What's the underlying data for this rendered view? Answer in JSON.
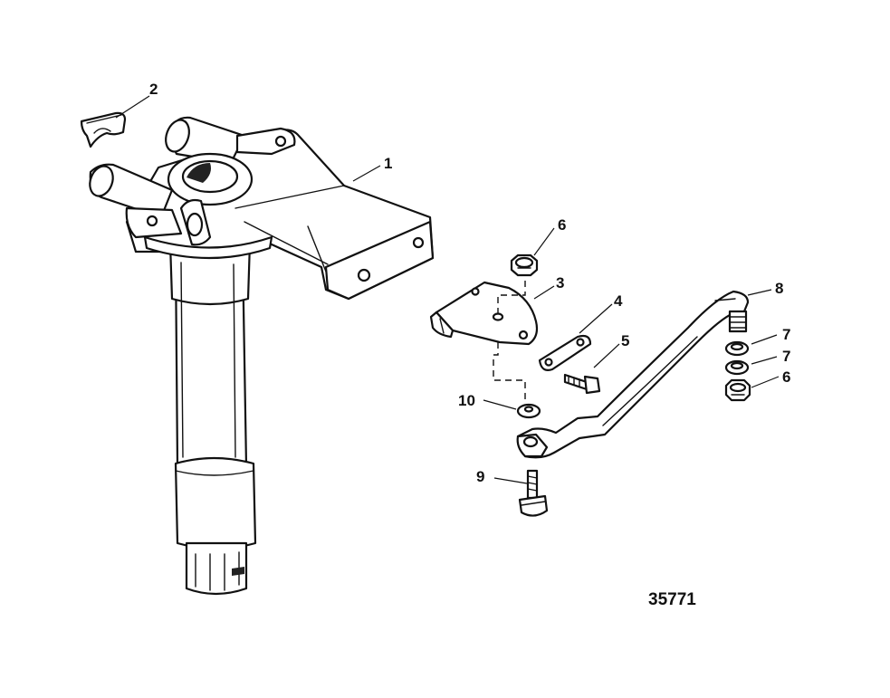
{
  "callouts": {
    "c1": "1",
    "c2": "2",
    "c3": "3",
    "c4": "4",
    "c5": "5",
    "c6a": "6",
    "c6b": "6",
    "c7a": "7",
    "c7b": "7",
    "c8": "8",
    "c9": "9",
    "c10": "10"
  },
  "reference_number": "35771"
}
